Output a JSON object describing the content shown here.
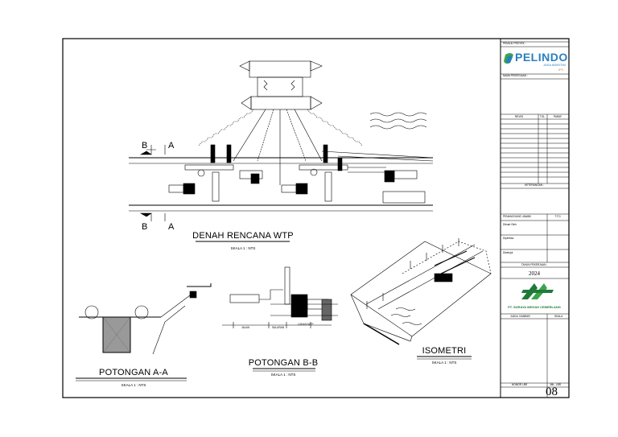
{
  "drawings": {
    "plan": {
      "title": "DENAH RENCANA WTP",
      "scale": "SKALA 1 : NTS",
      "section_marks": [
        "B",
        "A"
      ]
    },
    "section_aa": {
      "title": "POTONGAN A-A",
      "scale": "SKALA 1 : NTS"
    },
    "section_bb": {
      "title": "POTONGAN B-B",
      "scale": "SKALA 1 : NTS",
      "labels": {
        "jalan": "JALAN",
        "saluran": "SALURAN",
        "lokasi": "LOKASI WTP"
      }
    },
    "isometric": {
      "title": "ISOMETRI",
      "scale": "SKALA 1 : NTS"
    }
  },
  "title_block": {
    "pemilik": "PEMILIK PROYEK :",
    "logo": {
      "word": "PELINDO",
      "sub": "JASA MARITIM",
      "tag": "IPC"
    },
    "nama_pekerjaan": "NAMA PEKERJAAN :",
    "revisi_headers": [
      "REVISI",
      "TGL",
      "PARAF"
    ],
    "keterangan": "KETERANGAN :",
    "penanggung_jawab": "PENANGGUNG JAWAB",
    "ttd": "T.T.D",
    "roles": [
      "Dibuat Oleh",
      "Diperiksa",
      "Disetujui"
    ],
    "tahun_label": "TAHUN PEKERJAAN :",
    "tahun": "2024",
    "company": "PT. SURAYA MEGAH CEMERLANG",
    "judul_gambar": "JUDUL GAMBAR",
    "skala": "SKALA",
    "nomor": "NOMOR LBR",
    "jml": "JML. LBR",
    "sheet_no": "08"
  },
  "colors": {
    "logo_blue": "#2a7fc0",
    "logo_green": "#3aa548",
    "logo_orange": "#e07a2a",
    "sma_green": "#1f7a3a"
  }
}
